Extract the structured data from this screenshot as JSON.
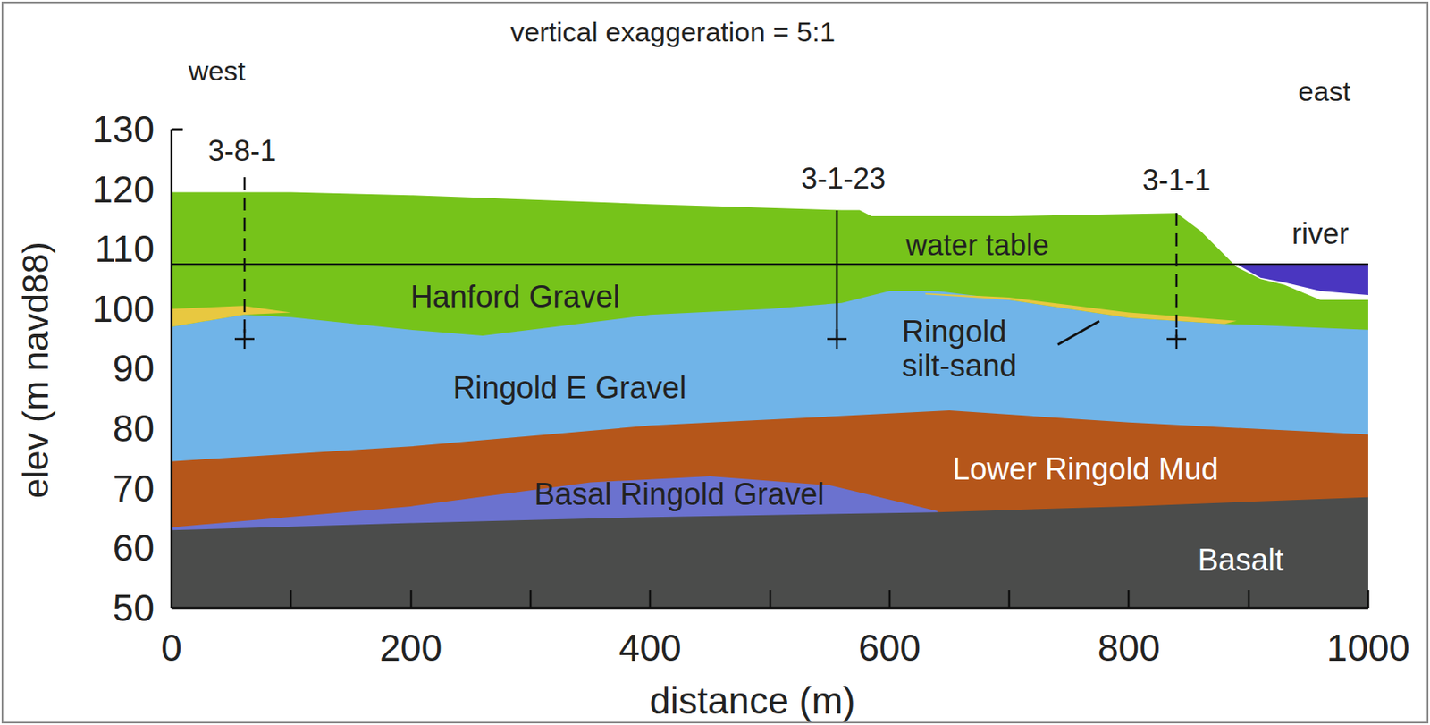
{
  "diagram": {
    "title": "vertical exaggeration = 5:1",
    "labels": [
      "west",
      "east",
      "130",
      "120",
      "110",
      "100",
      "90",
      "80",
      "70",
      "60",
      "50",
      "elev (m navd88)",
      "3-8-1",
      "3-1-23",
      "3-1-1",
      "water table",
      "river",
      "Hanford Gravel",
      "Ringold E Gravel",
      "Ringold silt-sand",
      "Lower Ringold Mud",
      "Basal Ringold Gravel",
      "Basalt",
      "0",
      "200",
      "400",
      "600",
      "800",
      "1000",
      "distance (m)"
    ]
  }
}
